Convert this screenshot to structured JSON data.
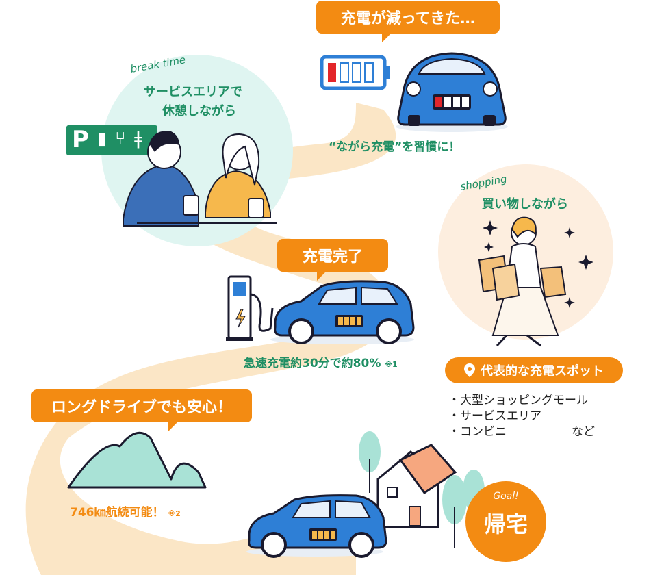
{
  "callouts": {
    "charge_low": "充電が減ってきた…",
    "charge_complete": "充電完了",
    "long_drive": "ロングドライブでも安心！"
  },
  "habit_caption": "“ながら充電”を習慣に！",
  "break_section": {
    "tag": "break time",
    "title_line1": "サービスエリアで",
    "title_line2": "休憩しながら"
  },
  "shopping_section": {
    "tag": "shopping",
    "title": "買い物しながら"
  },
  "fast_charge": {
    "text": "急速充電約30分で約80%",
    "note": "※1"
  },
  "range": {
    "text": "746㎞航続可能！",
    "note": "※2"
  },
  "spots": {
    "label": "代表的な充電スポット",
    "items": [
      "・大型ショッピングモール",
      "・サービスエリア",
      "・コンビニ"
    ],
    "suffix": "など"
  },
  "goal": {
    "small": "Goal!",
    "big": "帰宅"
  },
  "colors": {
    "accent_orange": "#f38b12",
    "car_blue": "#2e7fd6",
    "road_cream": "#fbe6c6",
    "mint": "#d9f3ee",
    "green_text": "#1f8f64"
  },
  "icons": {
    "parking_sign": "P",
    "parking_icons": [
      "charger-icon",
      "fork-knife-icon",
      "wrench-icon"
    ]
  }
}
